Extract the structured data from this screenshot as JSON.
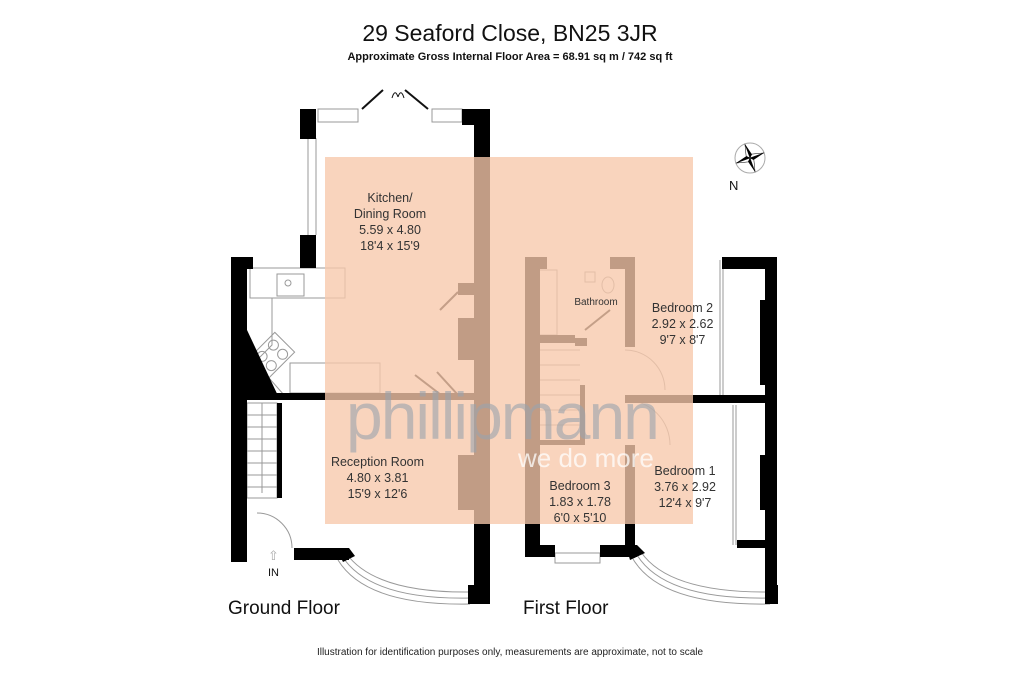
{
  "header": {
    "title": "29 Seaford Close, BN25 3JR",
    "subtitle": "Approximate Gross Internal Floor Area = 68.91 sq m / 742 sq ft"
  },
  "floors": [
    {
      "label": "Ground Floor",
      "rooms": [
        {
          "name_line1": "Kitchen/",
          "name_line2": "Dining Room",
          "metric": "5.59 x 4.80",
          "imperial": "18'4 x 15'9"
        },
        {
          "name_line1": "Reception Room",
          "metric": "4.80 x 3.81",
          "imperial": "15'9 x 12'6"
        }
      ],
      "entrance_label": "IN"
    },
    {
      "label": "First Floor",
      "rooms": [
        {
          "name_line1": "Bathroom"
        },
        {
          "name_line1": "Bedroom 2",
          "metric": "2.92 x 2.62",
          "imperial": "9'7 x 8'7"
        },
        {
          "name_line1": "Bedroom 1",
          "metric": "3.76 x 2.92",
          "imperial": "12'4 x 9'7"
        },
        {
          "name_line1": "Bedroom 3",
          "metric": "1.83 x 1.78",
          "imperial": "6'0 x 5'10"
        }
      ]
    }
  ],
  "compass": {
    "icon": "compass-rose-icon",
    "label": "N"
  },
  "watermark": {
    "brand": "phillipmann",
    "tagline": "we do more",
    "overlay_color": "#f7c8aa"
  },
  "colors": {
    "wall": "#000000",
    "overlay": "#f7c8aa"
  },
  "footer": {
    "disclaimer": "Illustration for identification purposes only, measurements are approximate, not to scale"
  }
}
